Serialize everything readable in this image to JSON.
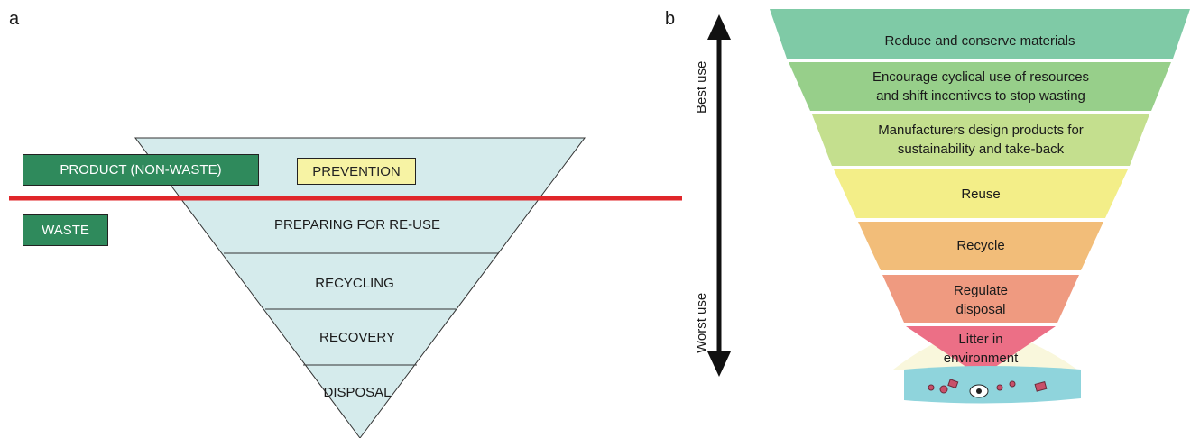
{
  "panel_a": {
    "letter": "a",
    "product_label": "PRODUCT (NON-WASTE)",
    "waste_label": "WASTE",
    "prevention_label": "PREVENTION",
    "levels": [
      "PREPARING FOR RE-USE",
      "RECYCLING",
      "RECOVERY",
      "DISPOSAL"
    ],
    "colors": {
      "triangle": "#d5ebec",
      "line": "#e0262a",
      "box": "#2f8a5c",
      "prevention_box": "#f7f3a4"
    }
  },
  "panel_b": {
    "letter": "b",
    "arrow_top_label": "Best use",
    "arrow_bottom_label": "Worst use",
    "layers": [
      {
        "line1": "Reduce and conserve materials",
        "line2": "",
        "color": "#7fcaa6"
      },
      {
        "line1": "Encourage cyclical use of resources",
        "line2": "and shift incentives to stop wasting",
        "color": "#97cf8a"
      },
      {
        "line1": "Manufacturers design products for",
        "line2": "sustainability and take-back",
        "color": "#c4df8e"
      },
      {
        "line1": "Reuse",
        "line2": "",
        "color": "#f3ee88"
      },
      {
        "line1": "Recycle",
        "line2": "",
        "color": "#f2bd79"
      },
      {
        "line1": "Regulate",
        "line2": "disposal",
        "color": "#ef9a80"
      },
      {
        "line1": "Litter in",
        "line2": "environment",
        "color": "#ec6f86"
      }
    ],
    "colors": {
      "litter_mound": "#f9f7dc",
      "water": "#8fd4dc"
    }
  }
}
